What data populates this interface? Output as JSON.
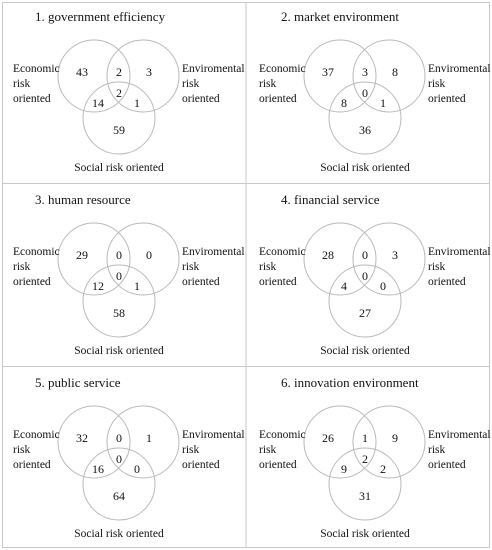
{
  "panels": [
    {
      "title": "1. government efficiency",
      "left_label": [
        "Economic",
        "risk",
        "oriented"
      ],
      "right_label": [
        "Enviromental",
        "risk",
        "oriented"
      ],
      "bottom_label": "Social risk oriented",
      "values": {
        "econ_only": "43",
        "env_only": "3",
        "soc_only": "59",
        "econ_env": "2",
        "econ_soc": "14",
        "env_soc": "1",
        "all": "2"
      }
    },
    {
      "title": "2. market environment",
      "left_label": [
        "Economic",
        "risk",
        "oriented"
      ],
      "right_label": [
        "Enviromental",
        "risk",
        "oriented"
      ],
      "bottom_label": "Social risk oriented",
      "values": {
        "econ_only": "37",
        "env_only": "8",
        "soc_only": "36",
        "econ_env": "3",
        "econ_soc": "8",
        "env_soc": "1",
        "all": "0"
      }
    },
    {
      "title": "3. human resource",
      "left_label": [
        "Economic",
        "risk",
        "oriented"
      ],
      "right_label": [
        "Enviromental",
        "risk",
        "oriented"
      ],
      "bottom_label": "Social risk oriented",
      "values": {
        "econ_only": "29",
        "env_only": "0",
        "soc_only": "58",
        "econ_env": "0",
        "econ_soc": "12",
        "env_soc": "1",
        "all": "0"
      }
    },
    {
      "title": "4. financial service",
      "left_label": [
        "Economic",
        "risk",
        "oriented"
      ],
      "right_label": [
        "Enviromental",
        "risk",
        "oriented"
      ],
      "bottom_label": "Social risk oriented",
      "values": {
        "econ_only": "28",
        "env_only": "3",
        "soc_only": "27",
        "econ_env": "0",
        "econ_soc": "4",
        "env_soc": "0",
        "all": "0"
      }
    },
    {
      "title": "5. public service",
      "left_label": [
        "Economic",
        "risk",
        "oriented"
      ],
      "right_label": [
        "Enviromental",
        "risk",
        "oriented"
      ],
      "bottom_label": "Social risk oriented",
      "values": {
        "econ_only": "32",
        "env_only": "1",
        "soc_only": "64",
        "econ_env": "0",
        "econ_soc": "16",
        "env_soc": "0",
        "all": "0"
      }
    },
    {
      "title": "6. innovation environment",
      "left_label": [
        "Economic",
        "risk",
        "oriented"
      ],
      "right_label": [
        "Enviromental",
        "risk",
        "oriented"
      ],
      "bottom_label": "Social risk oriented",
      "values": {
        "econ_only": "26",
        "env_only": "9",
        "soc_only": "31",
        "econ_env": "1",
        "econ_soc": "9",
        "env_soc": "2",
        "all": "2"
      }
    }
  ]
}
